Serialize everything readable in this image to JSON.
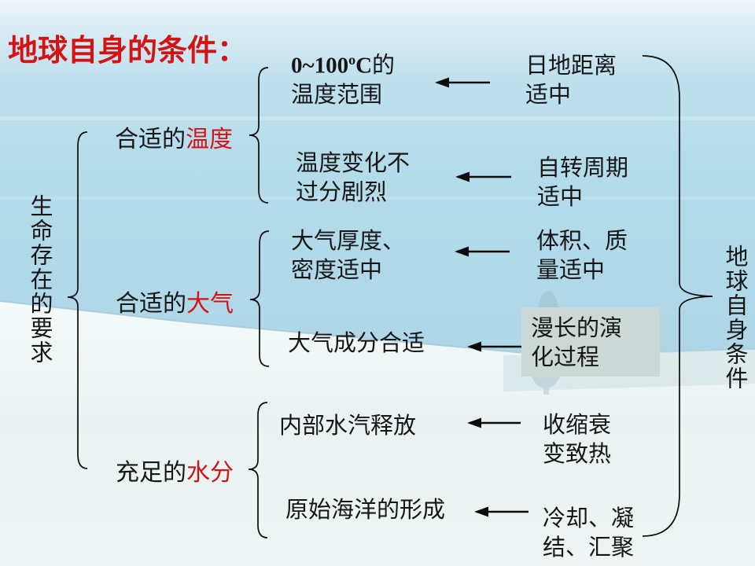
{
  "slide": {
    "title": "地球自身的条件：",
    "left_group_label": "生命存在的要求",
    "right_group_label": "地球自身条件"
  },
  "categories": [
    {
      "prefix": "合适的",
      "keyword": "温度"
    },
    {
      "prefix": "合适的",
      "keyword": "大气"
    },
    {
      "prefix": "充足的",
      "keyword": "水分"
    }
  ],
  "middle_items": [
    {
      "range_bold": "0~100",
      "degree_sup": "o",
      "unit_bold": "C",
      "suffix": "的",
      "line2": "温度范围"
    },
    {
      "line1": "温度变化不",
      "line2": "过分剧烈"
    },
    {
      "line1": "大气厚度、",
      "line2": "密度适中"
    },
    {
      "line1": "大气成分合适"
    },
    {
      "line1": "内部水汽释放"
    },
    {
      "line1": "原始海洋的形成"
    }
  ],
  "right_items": [
    {
      "line1": "日地距离",
      "line2": "适中"
    },
    {
      "line1": "自转周期",
      "line2": "适中"
    },
    {
      "line1": "体积、质",
      "line2": "量适中"
    },
    {
      "line1": "漫长的演",
      "line2": "化过程"
    },
    {
      "line1": "收缩衰",
      "line2": "变致热"
    },
    {
      "line1": "冷却、凝",
      "line2": "结、汇聚"
    }
  ],
  "colors": {
    "accent_red": "#d31414",
    "text": "#161616",
    "line": "#0b0b0b",
    "evolution_box_bg": "#cbd8d6",
    "sky_top": "#eef6f9",
    "sky_main": "#aed6e7",
    "snow": "#edf4f3",
    "horizon_edge": "#a5c8d5"
  }
}
